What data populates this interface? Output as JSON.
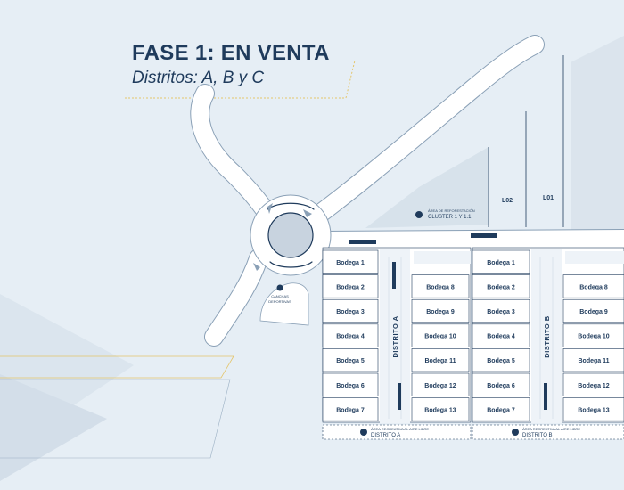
{
  "header": {
    "title": "FASE 1: EN VENTA",
    "subtitle": "Distritos: A, B y C"
  },
  "lots": [
    "L02",
    "L01"
  ],
  "reforestation": {
    "line1": "ÁREA DE REFORESTACIÓN",
    "line2": "CLUSTER 1 Y 1.1"
  },
  "sports": {
    "line1": "CANCHAS",
    "line2": "DEPORTIVAS"
  },
  "districts": [
    {
      "label": "DISTRITO A",
      "left_column": [
        "Bodega 1",
        "Bodega 2",
        "Bodega 3",
        "Bodega 4",
        "Bodega 5",
        "Bodega 6",
        "Bodega 7"
      ],
      "right_column": [
        "Bodega 8",
        "Bodega 9",
        "Bodega 10",
        "Bodega 11",
        "Bodega 12",
        "Bodega 13"
      ],
      "recreation_small": "ÁREA RECREATIVA AL AIRE LIBRE",
      "recreation_name": "DISTRITO A"
    },
    {
      "label": "DISTRITO B",
      "left_column": [
        "Bodega 1",
        "Bodega 2",
        "Bodega 3",
        "Bodega 4",
        "Bodega 5",
        "Bodega 6",
        "Bodega 7"
      ],
      "right_column": [
        "Bodega 8",
        "Bodega 9",
        "Bodega 10",
        "Bodega 11",
        "Bodega 12",
        "Bodega 13"
      ],
      "recreation_small": "ÁREA RECREATIVA AL AIRE LIBRE",
      "recreation_name": "DISTRITO B"
    }
  ],
  "colors": {
    "background": "#e6eef5",
    "ink": "#1f3b5c",
    "road": "#ffffff",
    "accent": "#e4c56b",
    "shadow": "#c8d3df"
  }
}
